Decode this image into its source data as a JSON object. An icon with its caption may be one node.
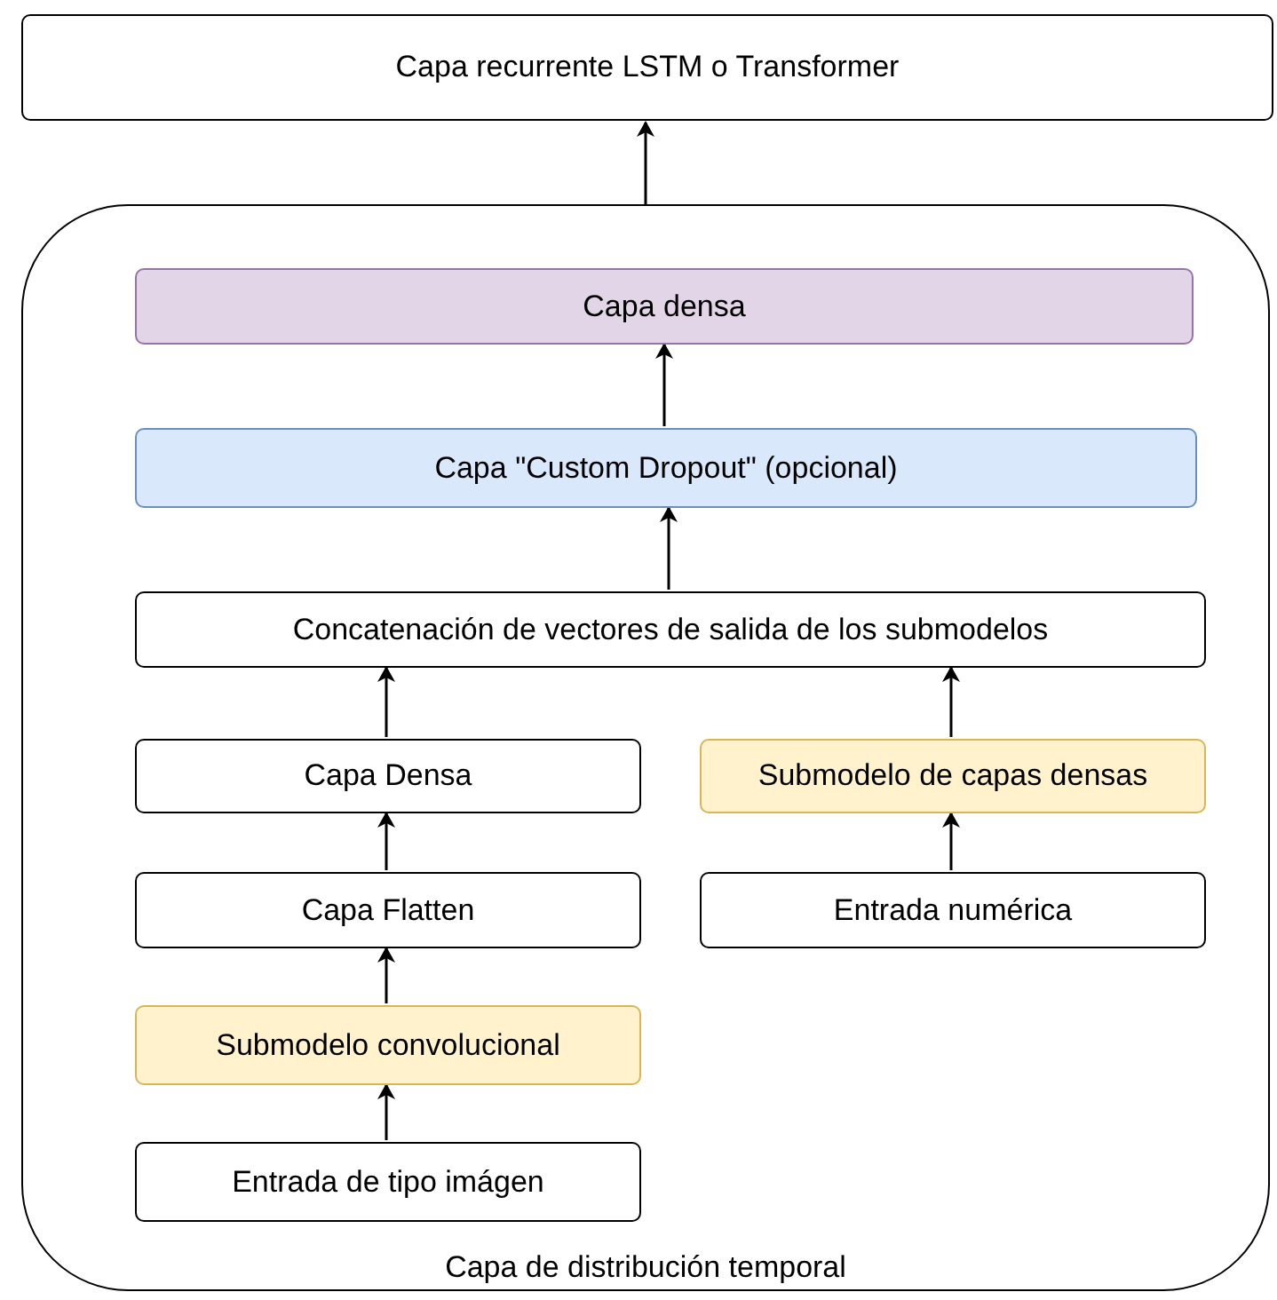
{
  "diagram": {
    "nodes": [
      {
        "text": [
          "Capa recurrente LSTM o Transformer"
        ]
      },
      {
        "text": [
          "Capa de distribución temporal"
        ]
      },
      {
        "text": [
          "Capa densa"
        ],
        "in": 1
      },
      {
        "text": [
          "Capa \"Custom Dropout\" (opcional)"
        ],
        "in": 1
      },
      {
        "text": [
          "Concatenación de vectores de salida de los submodelos"
        ],
        "in": 1
      },
      {
        "text": [
          "Capa Densa"
        ],
        "in": 1
      },
      {
        "text": [
          "Submodelo de capas densas"
        ],
        "in": 1
      },
      {
        "text": [
          "Capa Flatten"
        ],
        "in": 1
      },
      {
        "text": [
          "Entrada numérica"
        ],
        "in": 1
      },
      {
        "text": [
          "Submodelo convolucional"
        ],
        "in": 1
      },
      {
        "text": [
          "Entrada de tipo imágen"
        ],
        "in": 1
      }
    ],
    "edges": [
      {
        "from": 10,
        "to": 9,
        "arrow": "to"
      },
      {
        "from": 9,
        "to": 7,
        "arrow": "to"
      },
      {
        "from": 7,
        "to": 5,
        "arrow": "to"
      },
      {
        "from": 5,
        "to": 4,
        "arrow": "to"
      },
      {
        "from": 8,
        "to": 6,
        "arrow": "to"
      },
      {
        "from": 6,
        "to": 4,
        "arrow": "to"
      },
      {
        "from": 4,
        "to": 3,
        "arrow": "to"
      },
      {
        "from": 3,
        "to": 2,
        "arrow": "to"
      },
      {
        "from": 1,
        "to": 0,
        "arrow": "to"
      }
    ]
  }
}
